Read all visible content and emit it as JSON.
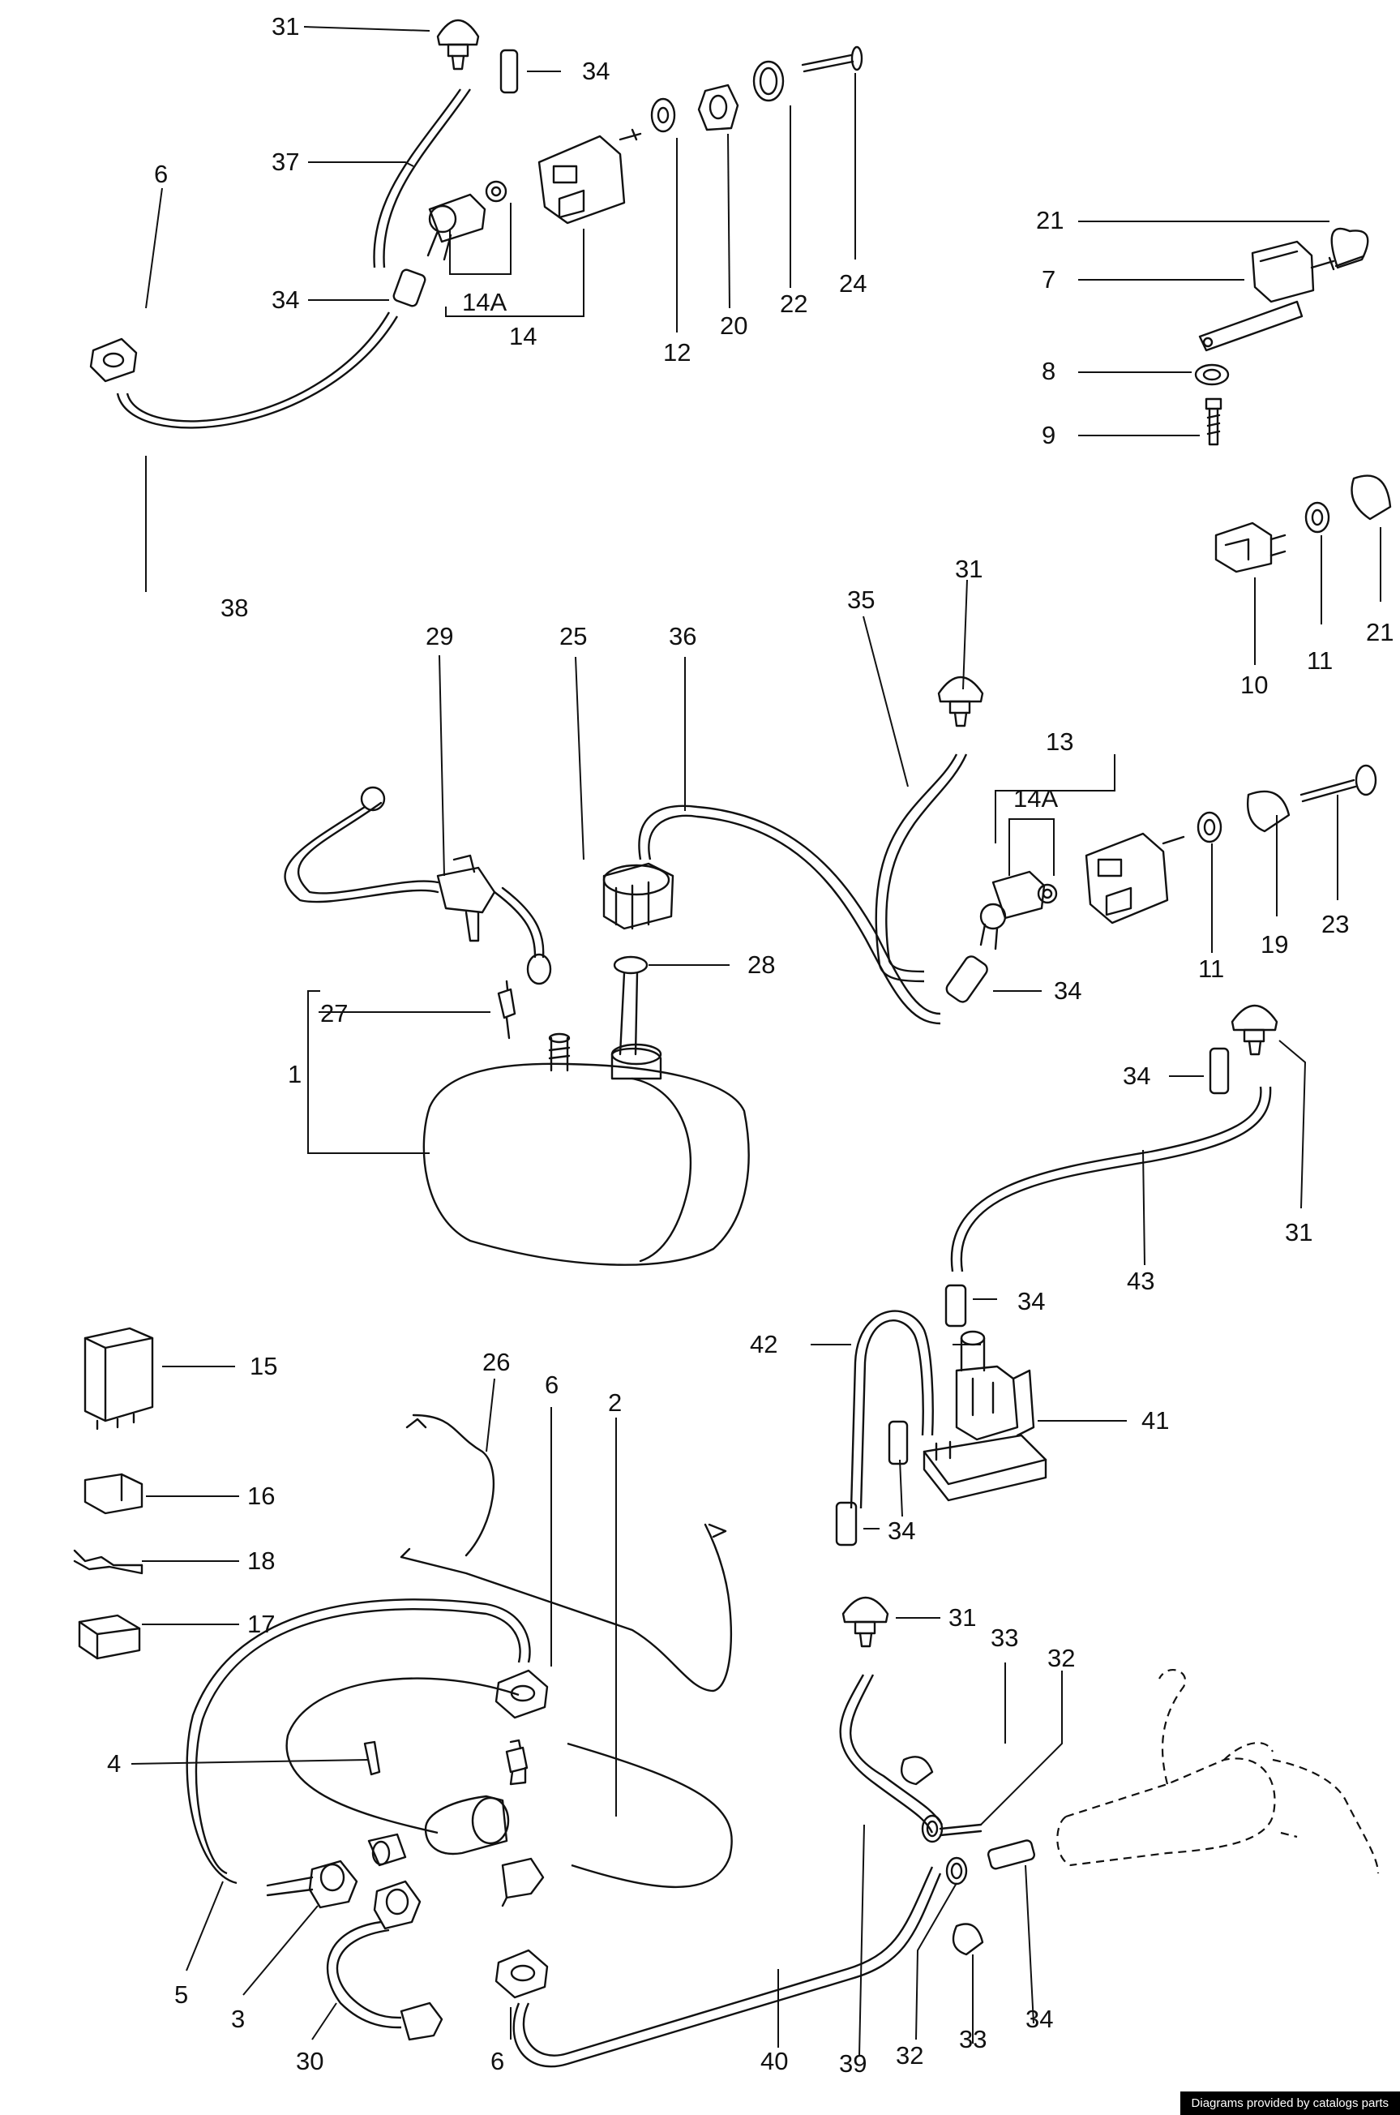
{
  "callouts": {
    "c31a": "31",
    "c34a": "34",
    "c37": "37",
    "c6a": "6",
    "c34b": "34",
    "c14a_a": "14A",
    "c14_a": "14",
    "c12": "12",
    "c20": "20",
    "c22": "22",
    "c24": "24",
    "c38": "38",
    "c21a": "21",
    "c7": "7",
    "c8": "8",
    "c9": "9",
    "c10": "10",
    "c11a": "11",
    "c21b": "21",
    "c29": "29",
    "c25": "25",
    "c36": "36",
    "c35": "35",
    "c31b": "31",
    "c13": "13",
    "c14a_b": "14A",
    "c28": "28",
    "c27": "27",
    "c1": "1",
    "c11b": "11",
    "c19": "19",
    "c23": "23",
    "c34c": "34",
    "c34d": "34",
    "c31c": "31",
    "c43": "43",
    "c15": "15",
    "c16": "16",
    "c18": "18",
    "c17": "17",
    "c26": "26",
    "c6b": "6",
    "c2": "2",
    "c34e": "34",
    "c42": "42",
    "c41": "41",
    "c34f": "34",
    "c31d": "31",
    "c33a": "33",
    "c32a": "32",
    "c4": "4",
    "c5": "5",
    "c3": "3",
    "c30": "30",
    "c6c": "6",
    "c40": "40",
    "c39": "39",
    "c32b": "32",
    "c33b": "33",
    "c34g": "34"
  },
  "credit": "Diagrams provided by catalogs parts"
}
